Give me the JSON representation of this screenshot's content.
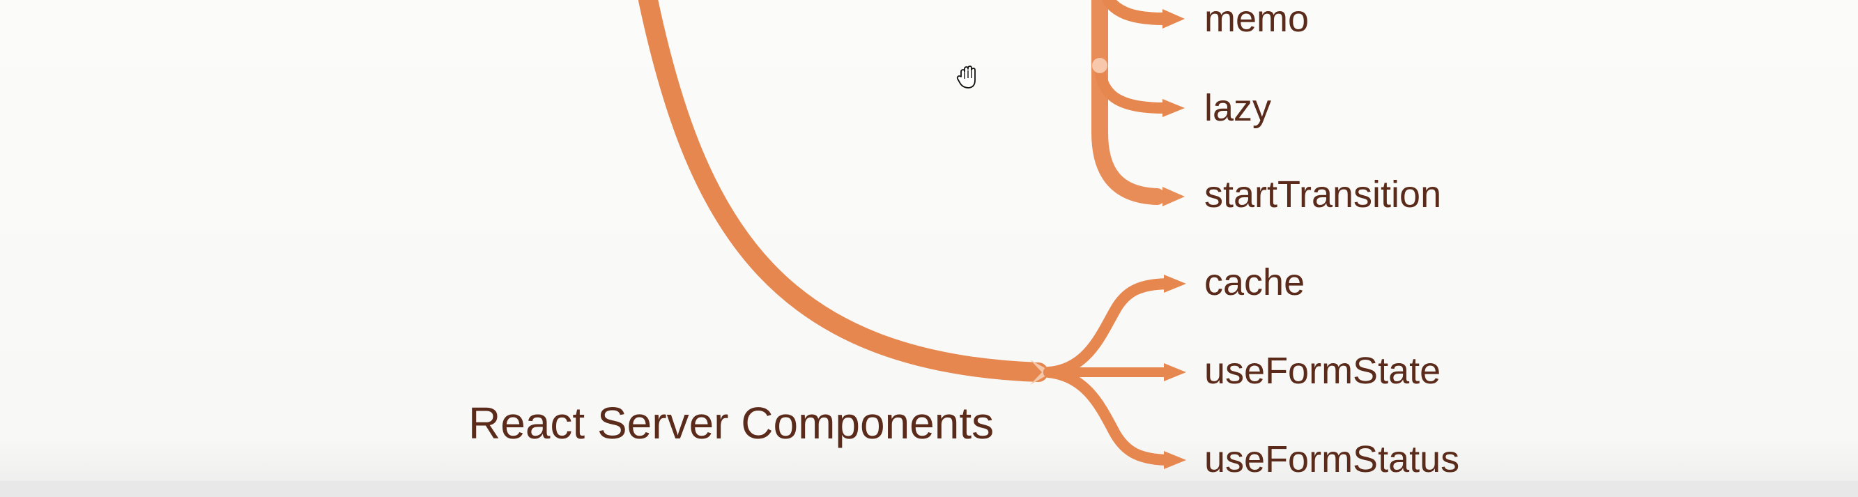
{
  "diagram": {
    "root": "React Server Components",
    "upper_branch_children": [
      "memo",
      "lazy",
      "startTransition"
    ],
    "server_branch_children": [
      "cache",
      "useFormState",
      "useFormStatus"
    ],
    "colors": {
      "branch": "#e6874f",
      "branch_light": "#eca57a",
      "text": "#5a2a1a",
      "background": "#fbfbfa"
    }
  },
  "cursor": {
    "icon": "hand-grab-icon"
  }
}
